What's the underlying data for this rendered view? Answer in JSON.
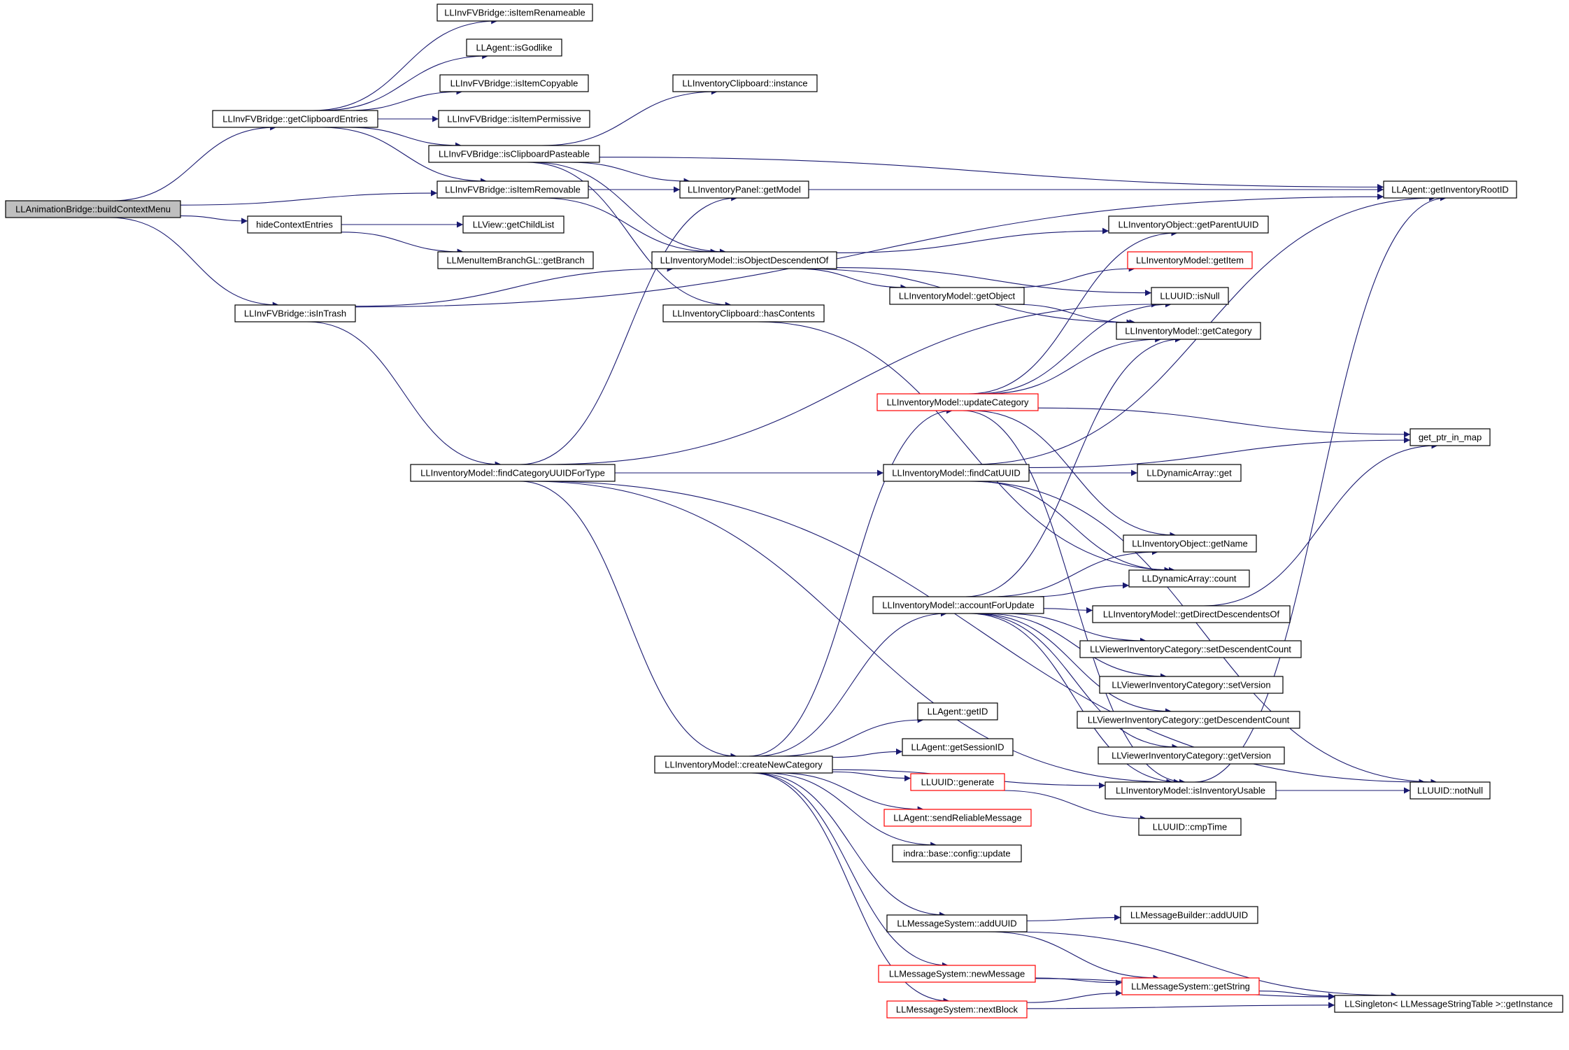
{
  "colors": {
    "edge": "#191970",
    "node_border": "#000000",
    "node_border_red": "#ff0000",
    "root_fill": "#bfbfbf",
    "background": "#ffffff"
  },
  "nodes": [
    {
      "id": "buildContextMenu",
      "label": "LLAnimationBridge::buildContextMenu",
      "style": "root"
    },
    {
      "id": "getClipboardEntries",
      "label": "LLInvFVBridge::getClipboardEntries",
      "style": "normal"
    },
    {
      "id": "hideContextEntries",
      "label": "hideContextEntries",
      "style": "normal"
    },
    {
      "id": "isInTrash",
      "label": "LLInvFVBridge::isInTrash",
      "style": "normal"
    },
    {
      "id": "isItemRemovable",
      "label": "LLInvFVBridge::isItemRemovable",
      "style": "normal"
    },
    {
      "id": "isItemRenameable",
      "label": "LLInvFVBridge::isItemRenameable",
      "style": "normal"
    },
    {
      "id": "isGodlike",
      "label": "LLAgent::isGodlike",
      "style": "normal"
    },
    {
      "id": "isItemCopyable",
      "label": "LLInvFVBridge::isItemCopyable",
      "style": "normal"
    },
    {
      "id": "isItemPermissive",
      "label": "LLInvFVBridge::isItemPermissive",
      "style": "normal"
    },
    {
      "id": "isClipboardPasteable",
      "label": "LLInvFVBridge::isClipboardPasteable",
      "style": "normal"
    },
    {
      "id": "clipboardInstance",
      "label": "LLInventoryClipboard::instance",
      "style": "normal"
    },
    {
      "id": "getModel",
      "label": "LLInventoryPanel::getModel",
      "style": "normal"
    },
    {
      "id": "getChildList",
      "label": "LLView::getChildList",
      "style": "normal"
    },
    {
      "id": "getBranch",
      "label": "LLMenuItemBranchGL::getBranch",
      "style": "normal"
    },
    {
      "id": "isObjectDescendentOf",
      "label": "LLInventoryModel::isObjectDescendentOf",
      "style": "normal"
    },
    {
      "id": "hasContents",
      "label": "LLInventoryClipboard::hasContents",
      "style": "normal"
    },
    {
      "id": "getInventoryRootID",
      "label": "LLAgent::getInventoryRootID",
      "style": "normal"
    },
    {
      "id": "getParentUUID",
      "label": "LLInventoryObject::getParentUUID",
      "style": "normal"
    },
    {
      "id": "getItem",
      "label": "LLInventoryModel::getItem",
      "style": "red"
    },
    {
      "id": "getObject",
      "label": "LLInventoryModel::getObject",
      "style": "normal"
    },
    {
      "id": "isNull",
      "label": "LLUUID::isNull",
      "style": "normal"
    },
    {
      "id": "getCategory",
      "label": "LLInventoryModel::getCategory",
      "style": "normal"
    },
    {
      "id": "updateCategory",
      "label": "LLInventoryModel::updateCategory",
      "style": "red"
    },
    {
      "id": "findCategoryUUIDForType",
      "label": "LLInventoryModel::findCategoryUUIDForType",
      "style": "normal"
    },
    {
      "id": "findCatUUID",
      "label": "LLInventoryModel::findCatUUID",
      "style": "normal"
    },
    {
      "id": "dynGet",
      "label": "LLDynamicArray::get",
      "style": "normal"
    },
    {
      "id": "getPtrInMap",
      "label": "get_ptr_in_map",
      "style": "normal"
    },
    {
      "id": "getName",
      "label": "LLInventoryObject::getName",
      "style": "normal"
    },
    {
      "id": "dynCount",
      "label": "LLDynamicArray::count",
      "style": "normal"
    },
    {
      "id": "accountForUpdate",
      "label": "LLInventoryModel::accountForUpdate",
      "style": "normal"
    },
    {
      "id": "getDirectDescendentsOf",
      "label": "LLInventoryModel::getDirectDescendentsOf",
      "style": "normal"
    },
    {
      "id": "setDescendentCount",
      "label": "LLViewerInventoryCategory::setDescendentCount",
      "style": "normal"
    },
    {
      "id": "setVersion",
      "label": "LLViewerInventoryCategory::setVersion",
      "style": "normal"
    },
    {
      "id": "getDescendentCount",
      "label": "LLViewerInventoryCategory::getDescendentCount",
      "style": "normal"
    },
    {
      "id": "getVersion",
      "label": "LLViewerInventoryCategory::getVersion",
      "style": "normal"
    },
    {
      "id": "isInventoryUsable",
      "label": "LLInventoryModel::isInventoryUsable",
      "style": "normal"
    },
    {
      "id": "notNull",
      "label": "LLUUID::notNull",
      "style": "normal"
    },
    {
      "id": "getID",
      "label": "LLAgent::getID",
      "style": "normal"
    },
    {
      "id": "getSessionID",
      "label": "LLAgent::getSessionID",
      "style": "normal"
    },
    {
      "id": "createNewCategory",
      "label": "LLInventoryModel::createNewCategory",
      "style": "normal"
    },
    {
      "id": "generate",
      "label": "LLUUID::generate",
      "style": "red"
    },
    {
      "id": "sendReliableMessage",
      "label": "LLAgent::sendReliableMessage",
      "style": "red"
    },
    {
      "id": "cmpTime",
      "label": "LLUUID::cmpTime",
      "style": "normal"
    },
    {
      "id": "configUpdate",
      "label": "indra::base::config::update",
      "style": "normal"
    },
    {
      "id": "msgAddUUID",
      "label": "LLMessageSystem::addUUID",
      "style": "normal"
    },
    {
      "id": "builderAddUUID",
      "label": "LLMessageBuilder::addUUID",
      "style": "normal"
    },
    {
      "id": "newMessage",
      "label": "LLMessageSystem::newMessage",
      "style": "red"
    },
    {
      "id": "getString",
      "label": "LLMessageSystem::getString",
      "style": "red"
    },
    {
      "id": "singletonGetInstance",
      "label": "LLSingleton< LLMessageStringTable >::getInstance",
      "style": "normal"
    },
    {
      "id": "nextBlock",
      "label": "LLMessageSystem::nextBlock",
      "style": "red"
    }
  ],
  "edges": [
    [
      "buildContextMenu",
      "getClipboardEntries"
    ],
    [
      "buildContextMenu",
      "isItemRemovable"
    ],
    [
      "buildContextMenu",
      "hideContextEntries"
    ],
    [
      "buildContextMenu",
      "isInTrash"
    ],
    [
      "getClipboardEntries",
      "isItemRenameable"
    ],
    [
      "getClipboardEntries",
      "isGodlike"
    ],
    [
      "getClipboardEntries",
      "isItemCopyable"
    ],
    [
      "getClipboardEntries",
      "isItemPermissive"
    ],
    [
      "getClipboardEntries",
      "isClipboardPasteable"
    ],
    [
      "getClipboardEntries",
      "isItemRemovable"
    ],
    [
      "isClipboardPasteable",
      "clipboardInstance"
    ],
    [
      "isClipboardPasteable",
      "getInventoryRootID"
    ],
    [
      "isClipboardPasteable",
      "getModel"
    ],
    [
      "isClipboardPasteable",
      "isObjectDescendentOf"
    ],
    [
      "isClipboardPasteable",
      "hasContents"
    ],
    [
      "isItemRemovable",
      "getModel"
    ],
    [
      "isItemRemovable",
      "isObjectDescendentOf"
    ],
    [
      "isItemRemovable",
      "getInventoryRootID"
    ],
    [
      "hideContextEntries",
      "getChildList"
    ],
    [
      "hideContextEntries",
      "getBranch"
    ],
    [
      "isInTrash",
      "getInventoryRootID"
    ],
    [
      "isInTrash",
      "isObjectDescendentOf"
    ],
    [
      "isInTrash",
      "findCategoryUUIDForType"
    ],
    [
      "isObjectDescendentOf",
      "getParentUUID"
    ],
    [
      "isObjectDescendentOf",
      "getObject"
    ],
    [
      "isObjectDescendentOf",
      "isNull"
    ],
    [
      "isObjectDescendentOf",
      "getCategory"
    ],
    [
      "getObject",
      "getItem"
    ],
    [
      "getObject",
      "getCategory"
    ],
    [
      "hasContents",
      "dynCount"
    ],
    [
      "findCategoryUUIDForType",
      "getModel"
    ],
    [
      "findCategoryUUIDForType",
      "isNull"
    ],
    [
      "findCategoryUUIDForType",
      "findCatUUID"
    ],
    [
      "findCategoryUUIDForType",
      "createNewCategory"
    ],
    [
      "findCategoryUUIDForType",
      "isInventoryUsable"
    ],
    [
      "findCategoryUUIDForType",
      "notNull"
    ],
    [
      "findCatUUID",
      "getInventoryRootID"
    ],
    [
      "findCatUUID",
      "getPtrInMap"
    ],
    [
      "findCatUUID",
      "dynGet"
    ],
    [
      "findCatUUID",
      "dynCount"
    ],
    [
      "findCatUUID",
      "notNull"
    ],
    [
      "updateCategory",
      "getParentUUID"
    ],
    [
      "updateCategory",
      "isNull"
    ],
    [
      "updateCategory",
      "getCategory"
    ],
    [
      "updateCategory",
      "getPtrInMap"
    ],
    [
      "updateCategory",
      "getName"
    ],
    [
      "updateCategory",
      "isInventoryUsable"
    ],
    [
      "accountForUpdate",
      "getCategory"
    ],
    [
      "accountForUpdate",
      "getName"
    ],
    [
      "accountForUpdate",
      "dynCount"
    ],
    [
      "accountForUpdate",
      "getDirectDescendentsOf"
    ],
    [
      "accountForUpdate",
      "setDescendentCount"
    ],
    [
      "accountForUpdate",
      "setVersion"
    ],
    [
      "accountForUpdate",
      "getDescendentCount"
    ],
    [
      "accountForUpdate",
      "getVersion"
    ],
    [
      "accountForUpdate",
      "isInventoryUsable"
    ],
    [
      "getDirectDescendentsOf",
      "getPtrInMap"
    ],
    [
      "isInventoryUsable",
      "getInventoryRootID"
    ],
    [
      "isInventoryUsable",
      "notNull"
    ],
    [
      "createNewCategory",
      "updateCategory"
    ],
    [
      "createNewCategory",
      "accountForUpdate"
    ],
    [
      "createNewCategory",
      "isInventoryUsable"
    ],
    [
      "createNewCategory",
      "getID"
    ],
    [
      "createNewCategory",
      "getSessionID"
    ],
    [
      "createNewCategory",
      "generate"
    ],
    [
      "createNewCategory",
      "sendReliableMessage"
    ],
    [
      "createNewCategory",
      "configUpdate"
    ],
    [
      "createNewCategory",
      "msgAddUUID"
    ],
    [
      "createNewCategory",
      "newMessage"
    ],
    [
      "createNewCategory",
      "nextBlock"
    ],
    [
      "generate",
      "cmpTime"
    ],
    [
      "msgAddUUID",
      "builderAddUUID"
    ],
    [
      "msgAddUUID",
      "getString"
    ],
    [
      "msgAddUUID",
      "singletonGetInstance"
    ],
    [
      "newMessage",
      "getString"
    ],
    [
      "newMessage",
      "singletonGetInstance"
    ],
    [
      "nextBlock",
      "getString"
    ],
    [
      "nextBlock",
      "singletonGetInstance"
    ],
    [
      "getString",
      "singletonGetInstance"
    ]
  ]
}
